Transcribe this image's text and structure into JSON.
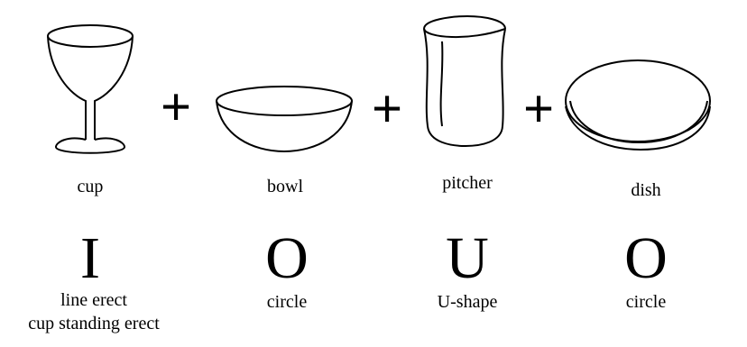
{
  "items": [
    {
      "name": "cup",
      "letter": "I",
      "shape": [
        "line erect",
        "cup standing erect"
      ]
    },
    {
      "name": "bowl",
      "letter": "O",
      "shape": [
        "circle"
      ]
    },
    {
      "name": "pitcher",
      "letter": "U",
      "shape": [
        "U-shape"
      ]
    },
    {
      "name": "dish",
      "letter": "O",
      "shape": [
        "circle"
      ]
    }
  ],
  "operator": "+"
}
